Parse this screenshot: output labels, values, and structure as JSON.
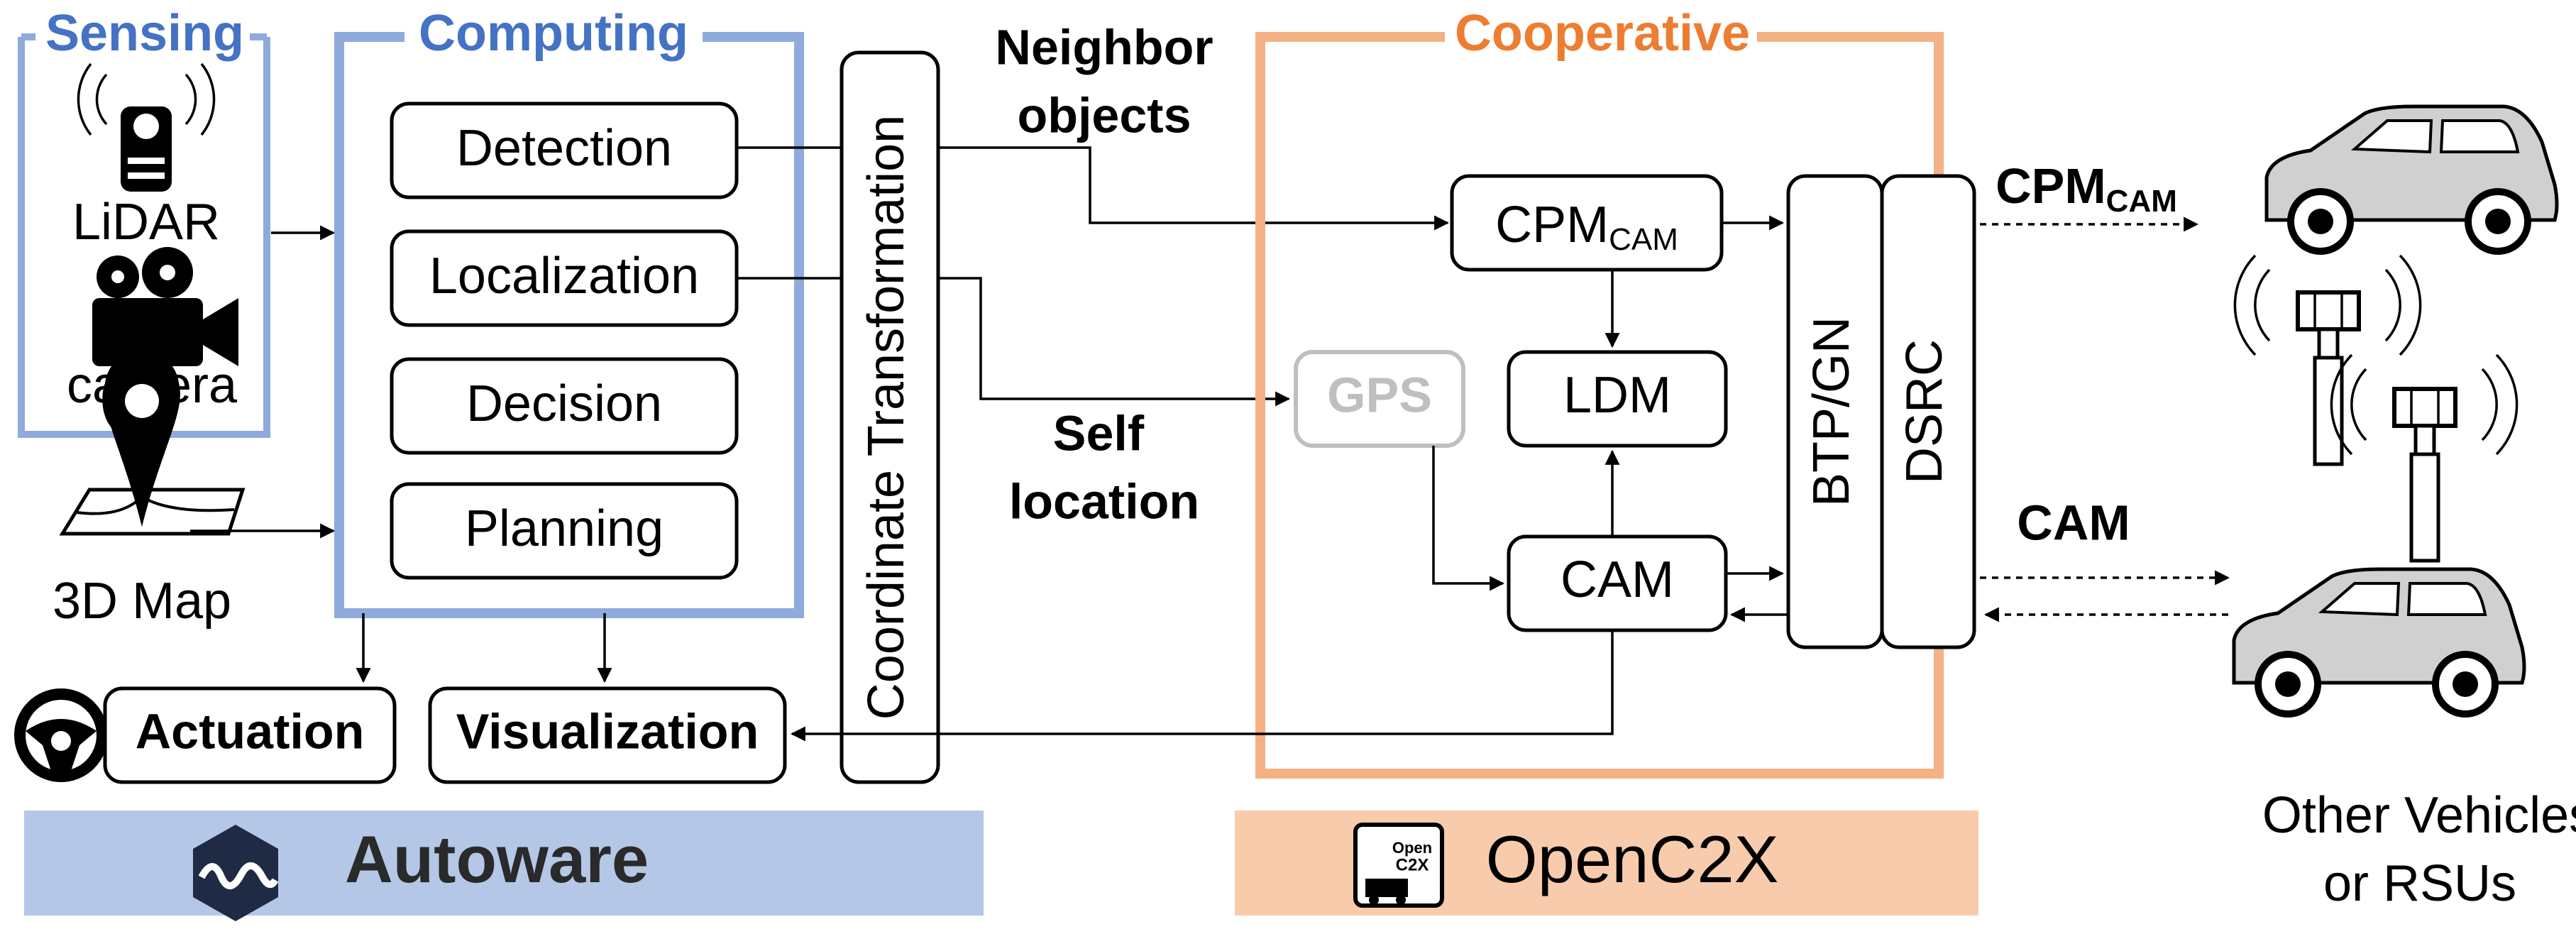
{
  "sensing": {
    "title": "Sensing",
    "lidar_label": "LiDAR",
    "camera_label": "camera",
    "map_label": "3D Map"
  },
  "computing": {
    "title": "Computing",
    "modules": [
      "Detection",
      "Localization",
      "Decision",
      "Planning"
    ]
  },
  "outputs": {
    "actuation": "Actuation",
    "visualization": "Visualization"
  },
  "transform_label": "Coordinate Transformation",
  "flows": {
    "neighbor_line1": "Neighbor",
    "neighbor_line2": "objects",
    "self_line1": "Self",
    "self_line2": "location"
  },
  "cooperative": {
    "title": "Cooperative",
    "cpm_main": "CPM",
    "cpm_sub": "CAM",
    "ldm": "LDM",
    "gps": "GPS",
    "cam": "CAM",
    "btp": "BTP/GN",
    "dsrc": "DSRC"
  },
  "messages": {
    "cpm_main": "CPM",
    "cpm_sub": "CAM",
    "cam": "CAM"
  },
  "others": {
    "line1": "Other Vehicles",
    "line2": "or RSUs"
  },
  "banners": {
    "autoware": "Autoware",
    "openc2x": "OpenC2X",
    "openc2x_logo_line1": "Open",
    "openc2x_logo_line2": "C2X"
  },
  "colors": {
    "computing_blue": "#8faadc",
    "cooperative_orange": "#f4b183",
    "title_blue": "#4472c4",
    "title_orange": "#ed7d31",
    "autoware_banner": "#b4c7e7",
    "openc2x_banner": "#f8cbad",
    "gps_gray": "#bfbfbf",
    "car_gray": "#d0d0d0"
  },
  "icons": [
    "lidar-icon",
    "camera-icon",
    "map-pin-icon",
    "steering-wheel-icon",
    "car-icon",
    "antenna-tower-icon",
    "autoware-logo-icon",
    "openc2x-logo-icon"
  ]
}
